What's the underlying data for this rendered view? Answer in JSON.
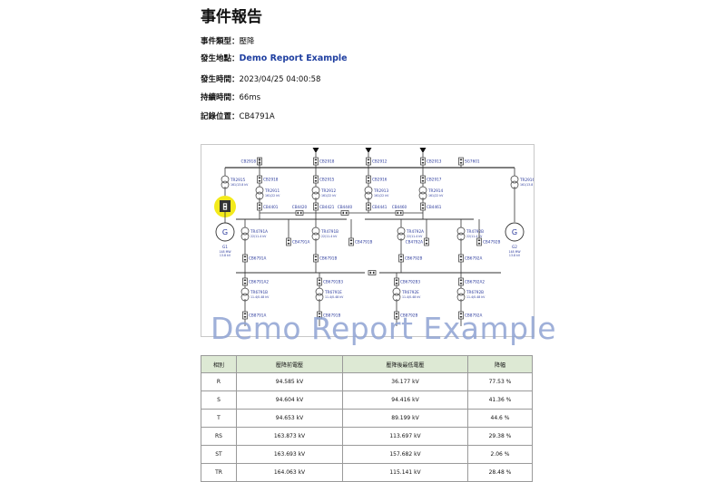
{
  "report": {
    "title": "事件報告",
    "fields": [
      {
        "label": "事件類型：",
        "value": "壓降"
      },
      {
        "label": "發生地點：",
        "value": "Demo Report Example"
      },
      {
        "label": "發生時間：",
        "value": "2023/04/25 04:00:58"
      },
      {
        "label": "持續時間：",
        "value": "66ms"
      },
      {
        "label": "記錄位置：",
        "value": "CB4791A"
      }
    ]
  },
  "diagram": {
    "watermark": "Demo Report Example",
    "top_breakers": [
      "CB2918",
      "CB2918",
      "CB2912",
      "CB2913",
      "SG7601"
    ],
    "breakers_row2": [
      "CB2918",
      "CB2915",
      "CB2916",
      "CB2917"
    ],
    "transformers_row1": [
      {
        "name": "TR2911",
        "rating": "161/22 kV"
      },
      {
        "name": "TR2912",
        "rating": "161/22 kV"
      },
      {
        "name": "TR2913",
        "rating": "161/22 kV"
      },
      {
        "name": "TR2914",
        "rating": "161/22 kV"
      }
    ],
    "ct_left": {
      "name": "TR2915",
      "rating": "161/13.8 kV"
    },
    "ct_right": {
      "name": "TR2916",
      "rating": "161/13.8 kV"
    },
    "feeders_22kv": [
      "CB4401",
      "CB4420",
      "CB4421",
      "CB4440",
      "CB4441",
      "CB4460",
      "CB4461"
    ],
    "generators": [
      {
        "name": "G1",
        "rating": "148 MW",
        "voltage": "13.8 kV"
      },
      {
        "name": "G2",
        "rating": "148 MW",
        "voltage": "13.8 kV"
      }
    ],
    "transformers_row2": [
      {
        "name": "TR4791A",
        "rating": "22/11.4 kV"
      },
      {
        "name": "TR4791B",
        "rating": "22/11.4 kV"
      },
      {
        "name": "TR4792A",
        "rating": "22/11.4 kV"
      },
      {
        "name": "TR4792B",
        "rating": "22/11.4 kV"
      }
    ],
    "breakers_row3a": [
      "CB4791A",
      "CB4791B",
      "CB4792A",
      "CB4792B"
    ],
    "breakers_row3b": [
      "CB6791A",
      "CB6791B",
      "CB6792B",
      "CB6792A"
    ],
    "breakers_row4": [
      "CB6791A2",
      "CB6791B3",
      "CB6792B3",
      "CB6792A2"
    ],
    "transformers_row3": [
      {
        "name": "TR6791B",
        "rating": "11.4/0.48 kV"
      },
      {
        "name": "TR6791E",
        "rating": "11.4/0.48 kV"
      },
      {
        "name": "TR6792E",
        "rating": "11.4/0.48 kV"
      },
      {
        "name": "TR6792B",
        "rating": "11.4/0.48 kV"
      }
    ],
    "breakers_bottom": [
      "CB8791A",
      "CB8791B",
      "CB8792B",
      "CB8792A"
    ]
  },
  "table": {
    "headers": [
      "相別",
      "壓降前電壓",
      "壓降後最低電壓",
      "降幅"
    ],
    "rows": [
      [
        "R",
        "94.585 kV",
        "36.177 kV",
        "77.53 %"
      ],
      [
        "S",
        "94.604 kV",
        "94.416 kV",
        "41.36 %"
      ],
      [
        "T",
        "94.653 kV",
        "89.199 kV",
        "44.6 %"
      ],
      [
        "RS",
        "163.873 kV",
        "113.697 kV",
        "29.38 %"
      ],
      [
        "ST",
        "163.693 kV",
        "157.682 kV",
        "2.06 %"
      ],
      [
        "TR",
        "164.063 kV",
        "115.141 kV",
        "28.48 %"
      ]
    ]
  },
  "colors": {
    "label_blue": "#2b3a9c",
    "highlight": "#f3ea1b",
    "line": "#333333",
    "header_bg": "#dde9d4"
  }
}
